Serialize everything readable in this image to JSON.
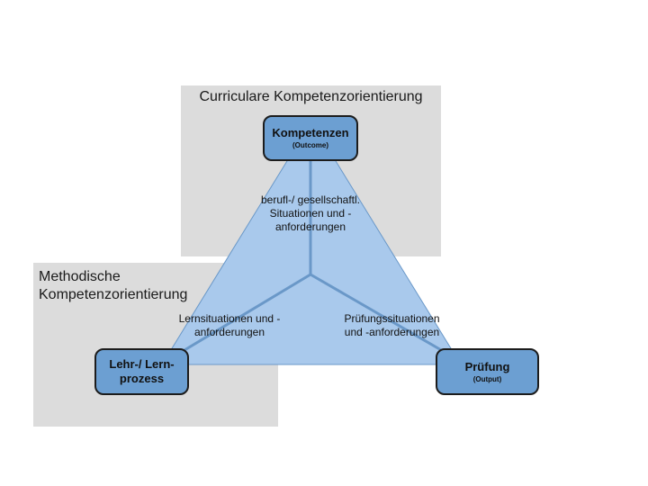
{
  "panels": {
    "top": {
      "title": "Curriculare Kompetenzorientierung"
    },
    "left": {
      "title": "Methodische Kompetenzorientierung"
    }
  },
  "nodes": {
    "top": {
      "title": "Kompetenzen",
      "subtitle": "(Outcome)"
    },
    "left": {
      "title": "Lehr-/ Lern-prozess",
      "subtitle": ""
    },
    "right": {
      "title": "Prüfung",
      "subtitle": "(Output)"
    }
  },
  "edges": {
    "top": "berufl-/ gesellschaftl. Situationen und -anforderungen",
    "left": "Lernsituationen und -anforderungen",
    "right": "Prüfungssituationen und -anforderungen"
  },
  "colors": {
    "panel": "#dcdcdc",
    "triangle_fill": "#a9c9ec",
    "triangle_stroke": "#6a98c8",
    "node_fill": "#6c9fd2",
    "node_border": "#1c1c1c"
  }
}
